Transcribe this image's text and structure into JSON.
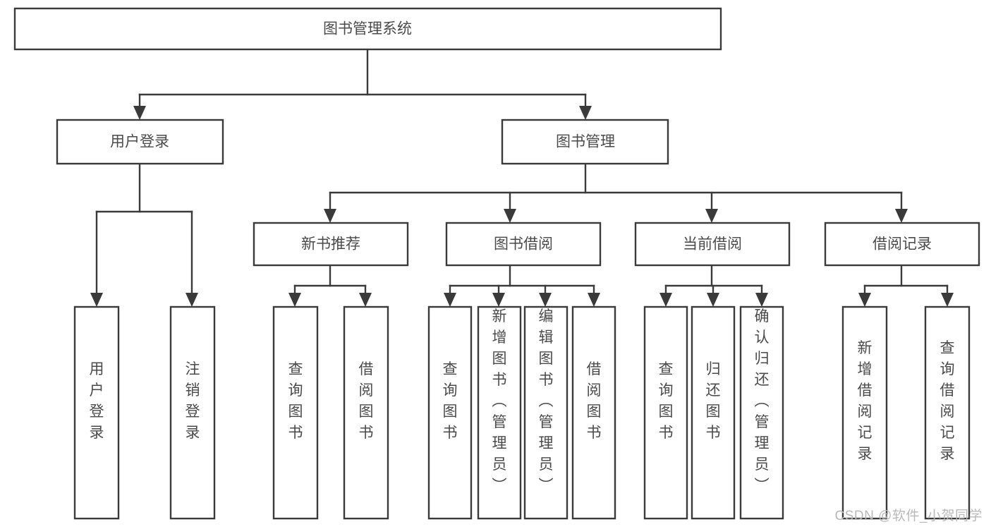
{
  "diagram": {
    "type": "tree",
    "title": "图书管理系统",
    "watermark": "CSDN @软件_小贺同学",
    "colors": {
      "box_stroke": "#3a3a3a",
      "box_fill": "#ffffff",
      "text": "#4a4a4a",
      "background": "#ffffff",
      "watermark": "#b9b9b9"
    },
    "nodes": {
      "root": {
        "label": "图书管理系统"
      },
      "level2": [
        {
          "id": "user-login",
          "label": "用户登录"
        },
        {
          "id": "book-management",
          "label": "图书管理"
        }
      ],
      "level3": [
        {
          "id": "new-book-recommend",
          "label": "新书推荐"
        },
        {
          "id": "book-borrow",
          "label": "图书借阅"
        },
        {
          "id": "current-borrow",
          "label": "当前借阅"
        },
        {
          "id": "borrow-record",
          "label": "借阅记录"
        }
      ],
      "leaves": {
        "user_login": [
          {
            "id": "leaf-user-login",
            "label": "用户登录"
          },
          {
            "id": "leaf-logout",
            "label": "注销登录"
          }
        ],
        "new_book_recommend": [
          {
            "id": "leaf-query-book-1",
            "label": "查询图书"
          },
          {
            "id": "leaf-borrow-book-1",
            "label": "借阅图书"
          }
        ],
        "book_borrow": [
          {
            "id": "leaf-query-book-2",
            "label": "查询图书"
          },
          {
            "id": "leaf-add-book",
            "label": "新增图书（管理员）"
          },
          {
            "id": "leaf-edit-book",
            "label": "编辑图书（管理员）"
          },
          {
            "id": "leaf-borrow-book-2",
            "label": "借阅图书"
          }
        ],
        "current_borrow": [
          {
            "id": "leaf-query-book-3",
            "label": "查询图书"
          },
          {
            "id": "leaf-return-book",
            "label": "归还图书"
          },
          {
            "id": "leaf-confirm-return",
            "label": "确认归还（管理员）"
          }
        ],
        "borrow_record": [
          {
            "id": "leaf-add-record",
            "label": "新增借阅记录"
          },
          {
            "id": "leaf-query-record",
            "label": "查询借阅记录"
          }
        ]
      }
    }
  }
}
